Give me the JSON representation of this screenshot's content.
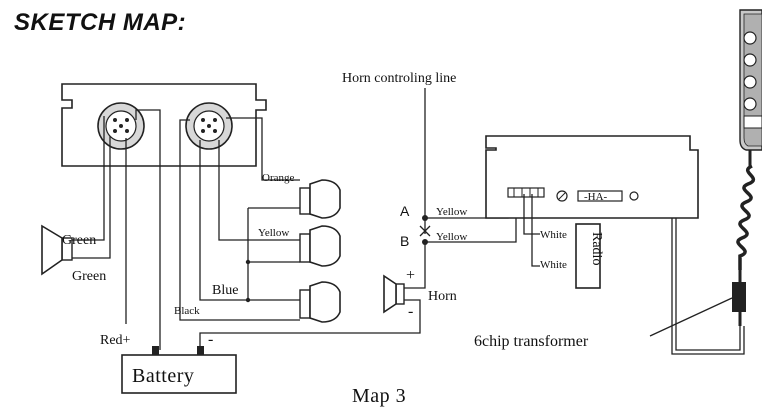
{
  "title": "SKETCH MAP:",
  "caption": "Map 3",
  "labels": {
    "horn_controling_line": "Horn controling line",
    "orange": "Orange",
    "yellow_speaker": "Yellow",
    "blue": "Blue",
    "black": "Black",
    "green_1": "Green",
    "green_2": "Green",
    "red_plus": "Red+",
    "minus_battery": "-",
    "battery": "Battery",
    "point_a": "A",
    "point_b": "B",
    "yellow_a": "Yellow",
    "yellow_b": "Yellow",
    "plus_horn": "+",
    "minus_horn": "-",
    "horn": "Horn",
    "white_1": "White",
    "white_2": "White",
    "radio": "Radio",
    "unit_display": "-HA-",
    "transformer": "6chip transformer"
  }
}
